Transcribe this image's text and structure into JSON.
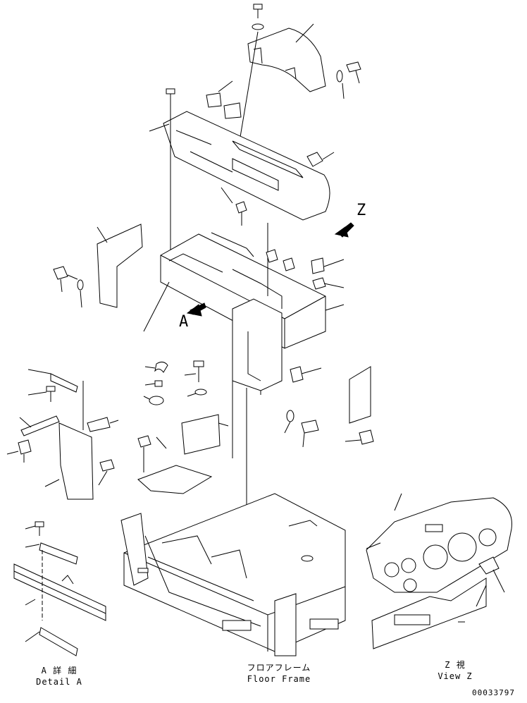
{
  "markers": {
    "view_a": "A",
    "view_z": "Z"
  },
  "captions": {
    "detail_a_jp": "A 詳 細",
    "detail_a_en": "Detail A",
    "floor_frame_jp": "フロアフレーム",
    "floor_frame_en": "Floor Frame",
    "view_z_jp": "Z 視",
    "view_z_en": "View Z"
  },
  "drawing_number": "00033797"
}
